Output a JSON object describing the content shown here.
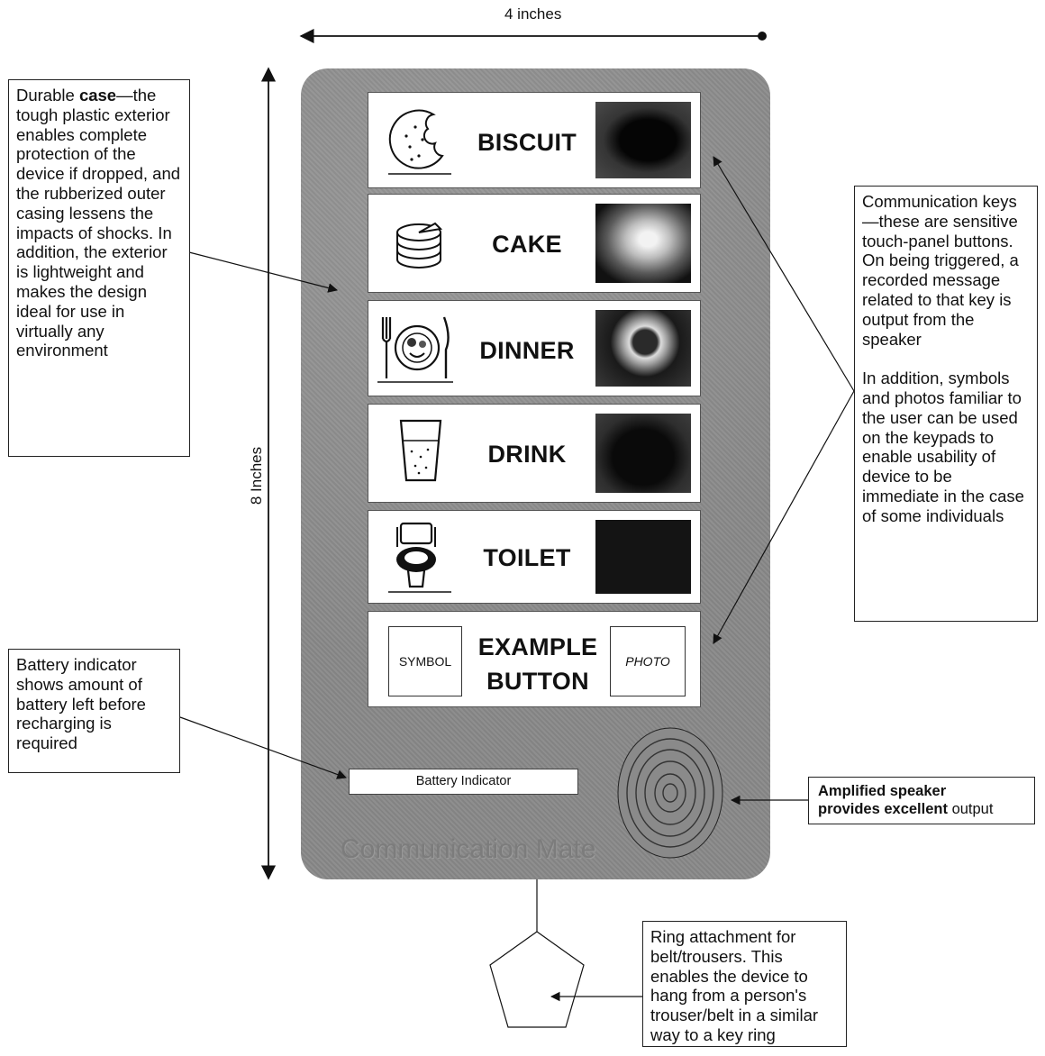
{
  "dimensions": {
    "width_label": "4 inches",
    "height_label": "8 Inches"
  },
  "callouts": {
    "case": {
      "bold": "case",
      "prefix": "Durable ",
      "suffix": "—the tough plastic exterior enables complete protection of the device if dropped, and the rubberized outer casing lessens the impacts of shocks. In addition, the exterior is lightweight and makes the design ideal for use in virtually any environment"
    },
    "keys": {
      "text": "Communication keys —these are sensitive touch-panel buttons. On being triggered, a recorded message related to that key is output from the speaker\n\nIn addition, symbols and photos familiar to the user can be used on the keypads to enable usability of device to be immediate in the case of some individuals"
    },
    "battery": {
      "text": "Battery indicator shows amount of battery left before recharging is required"
    },
    "speaker": {
      "bold": "Amplified speaker",
      "line2_bold": "provides excellent",
      "line2_rest": " output"
    },
    "ring": {
      "text": "Ring attachment for belt/trousers. This enables the device to hang from a person's trouser/belt in a similar way to a key ring"
    }
  },
  "device": {
    "brand": "Communication Mate",
    "battery_label": "Battery Indicator",
    "keys": [
      {
        "label": "BISCUIT",
        "symbol": "biscuit-icon"
      },
      {
        "label": "CAKE",
        "symbol": "cake-icon"
      },
      {
        "label": "DINNER",
        "symbol": "dinner-plate-icon"
      },
      {
        "label": "DRINK",
        "symbol": "drink-glass-icon"
      },
      {
        "label": "TOILET",
        "symbol": "toilet-icon"
      }
    ],
    "example": {
      "symbol_label": "SYMBOL",
      "label_line1": "EXAMPLE",
      "label_line2": "BUTTON",
      "photo_label": "PHOTO"
    }
  }
}
